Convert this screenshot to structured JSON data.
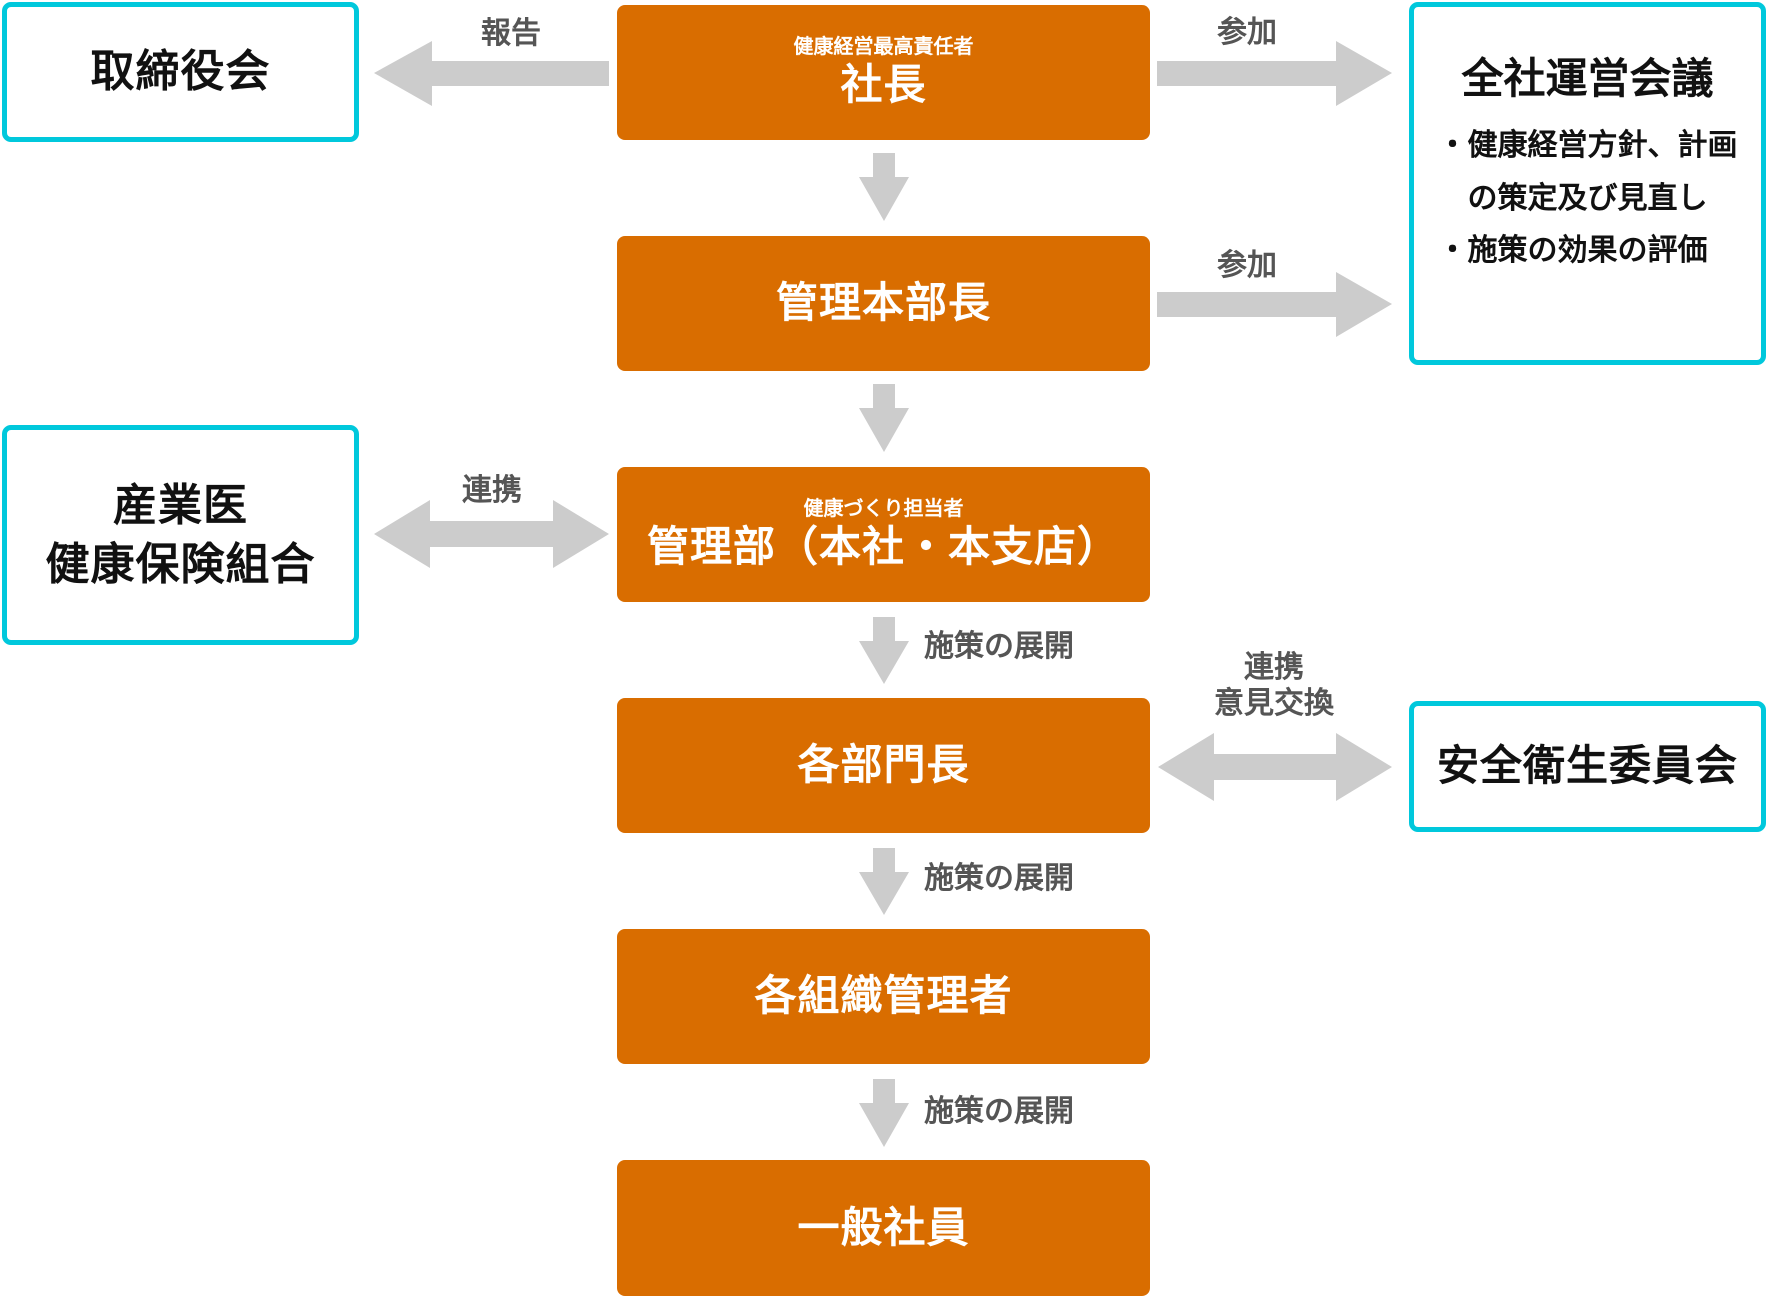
{
  "colors": {
    "primary_box": "#d96d00",
    "external_box_border": "#00c8dc",
    "arrow": "#cccccc",
    "label_text": "#555555"
  },
  "nodes": {
    "board": {
      "label": "取締役会"
    },
    "president": {
      "sublabel": "健康経営最高責任者",
      "label": "社長"
    },
    "company_meeting": {
      "title": "全社運営会議",
      "items": [
        "・健康経営方針、計画の策定及び見直し",
        "・施策の効果の評価"
      ]
    },
    "admin_head": {
      "label": "管理本部長"
    },
    "occupational_physician": {
      "line1": "産業医",
      "line2": "健康保険組合"
    },
    "admin_dept": {
      "sublabel": "健康づくり担当者",
      "label": "管理部（本社・本支店）"
    },
    "dept_heads": {
      "label": "各部門長"
    },
    "safety_committee": {
      "label": "安全衛生委員会"
    },
    "org_managers": {
      "label": "各組織管理者"
    },
    "employees": {
      "label": "一般社員"
    }
  },
  "edges": {
    "report": {
      "label": "報告",
      "from": "社長",
      "to": "取締役会"
    },
    "participate_1": {
      "label": "参加",
      "from": "社長",
      "to": "全社運営会議"
    },
    "participate_2": {
      "label": "参加",
      "from": "管理本部長",
      "to": "全社運営会議"
    },
    "cooperate_1": {
      "label": "連携",
      "between": [
        "産業医・健康保険組合",
        "管理部（本社・本支店）"
      ]
    },
    "cooperate_2": {
      "line1": "連携",
      "line2": "意見交換",
      "between": [
        "各部門長",
        "安全衛生委員会"
      ]
    },
    "deploy_1": {
      "label": "施策の展開",
      "from": "管理部（本社・本支店）",
      "to": "各部門長"
    },
    "deploy_2": {
      "label": "施策の展開",
      "from": "各部門長",
      "to": "各組織管理者"
    },
    "deploy_3": {
      "label": "施策の展開",
      "from": "各組織管理者",
      "to": "一般社員"
    }
  }
}
